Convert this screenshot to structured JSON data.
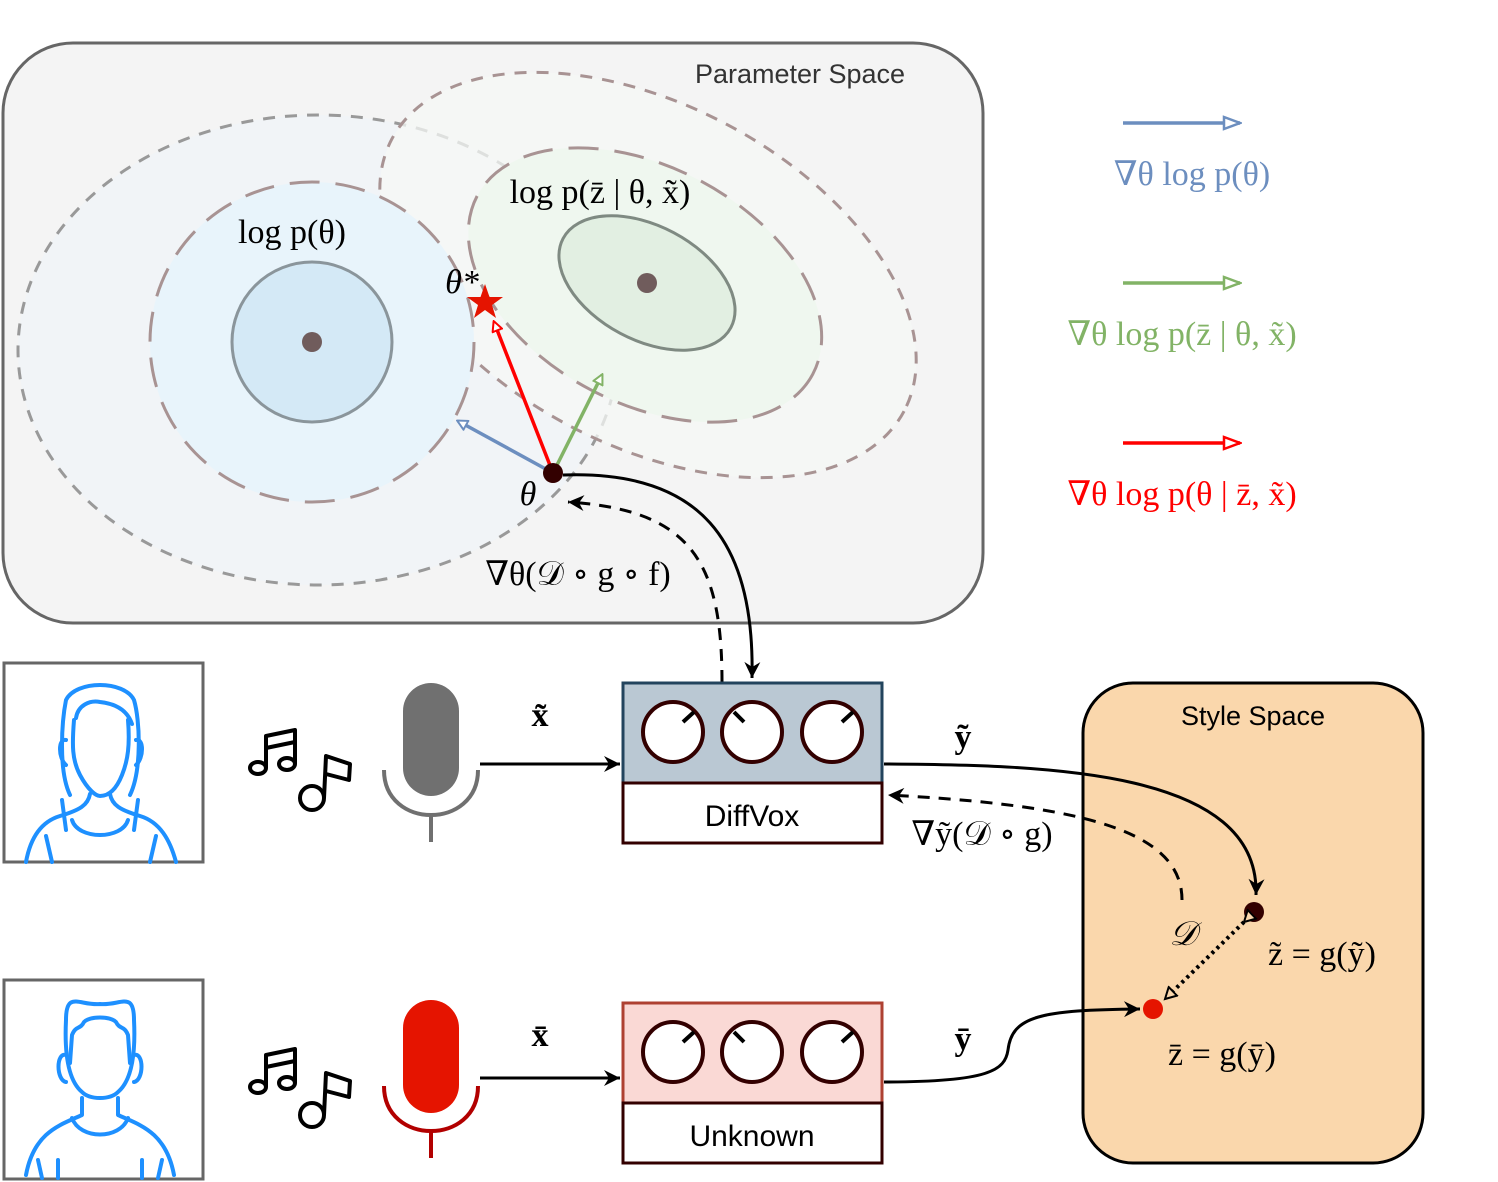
{
  "parameter_space": {
    "title": "Parameter Space",
    "prior_label": "log p(θ)",
    "likelihood_label": "log p(z̄ | θ, x̃)",
    "optimum_label": "θ*",
    "current_label": "θ",
    "backprop_label": "∇θ(𝒟 ∘ g ∘ f)"
  },
  "legend": [
    {
      "label": "∇θ log p(θ)",
      "color": "#6c8ebf",
      "name": "prior-gradient"
    },
    {
      "label": "∇θ log p(z̄ | θ, x̃)",
      "color": "#82b366",
      "name": "likelihood-gradient"
    },
    {
      "label": "∇θ log p(θ | z̄, x̃)",
      "color": "#ff0000",
      "name": "posterior-gradient"
    }
  ],
  "pipeline": {
    "top": {
      "input_label": "x̃",
      "processor_label": "DiffVox",
      "output_label": "ỹ",
      "backprop_label": "∇ỹ(𝒟 ∘ g)",
      "mic_color": "#707070",
      "box_color": "#bac8d3",
      "box_border": "#23445d"
    },
    "bottom": {
      "input_label": "x̄",
      "processor_label": "Unknown",
      "output_label": "ȳ",
      "mic_color": "#e51400",
      "box_color": "#fad9d5",
      "box_border": "#ae4132"
    }
  },
  "style_space": {
    "title": "Style Space",
    "distance_label": "𝒟",
    "z_tilde_label": "z̃ = g(ỹ)",
    "z_bar_label": "z̄ = g(ȳ)"
  },
  "colors": {
    "blue": "#6c8ebf",
    "green": "#82b366",
    "red": "#ff0000",
    "style_fill": "#fad7ac",
    "param_fill": "#f4f4f4",
    "person_stroke": "#1e90ff"
  }
}
